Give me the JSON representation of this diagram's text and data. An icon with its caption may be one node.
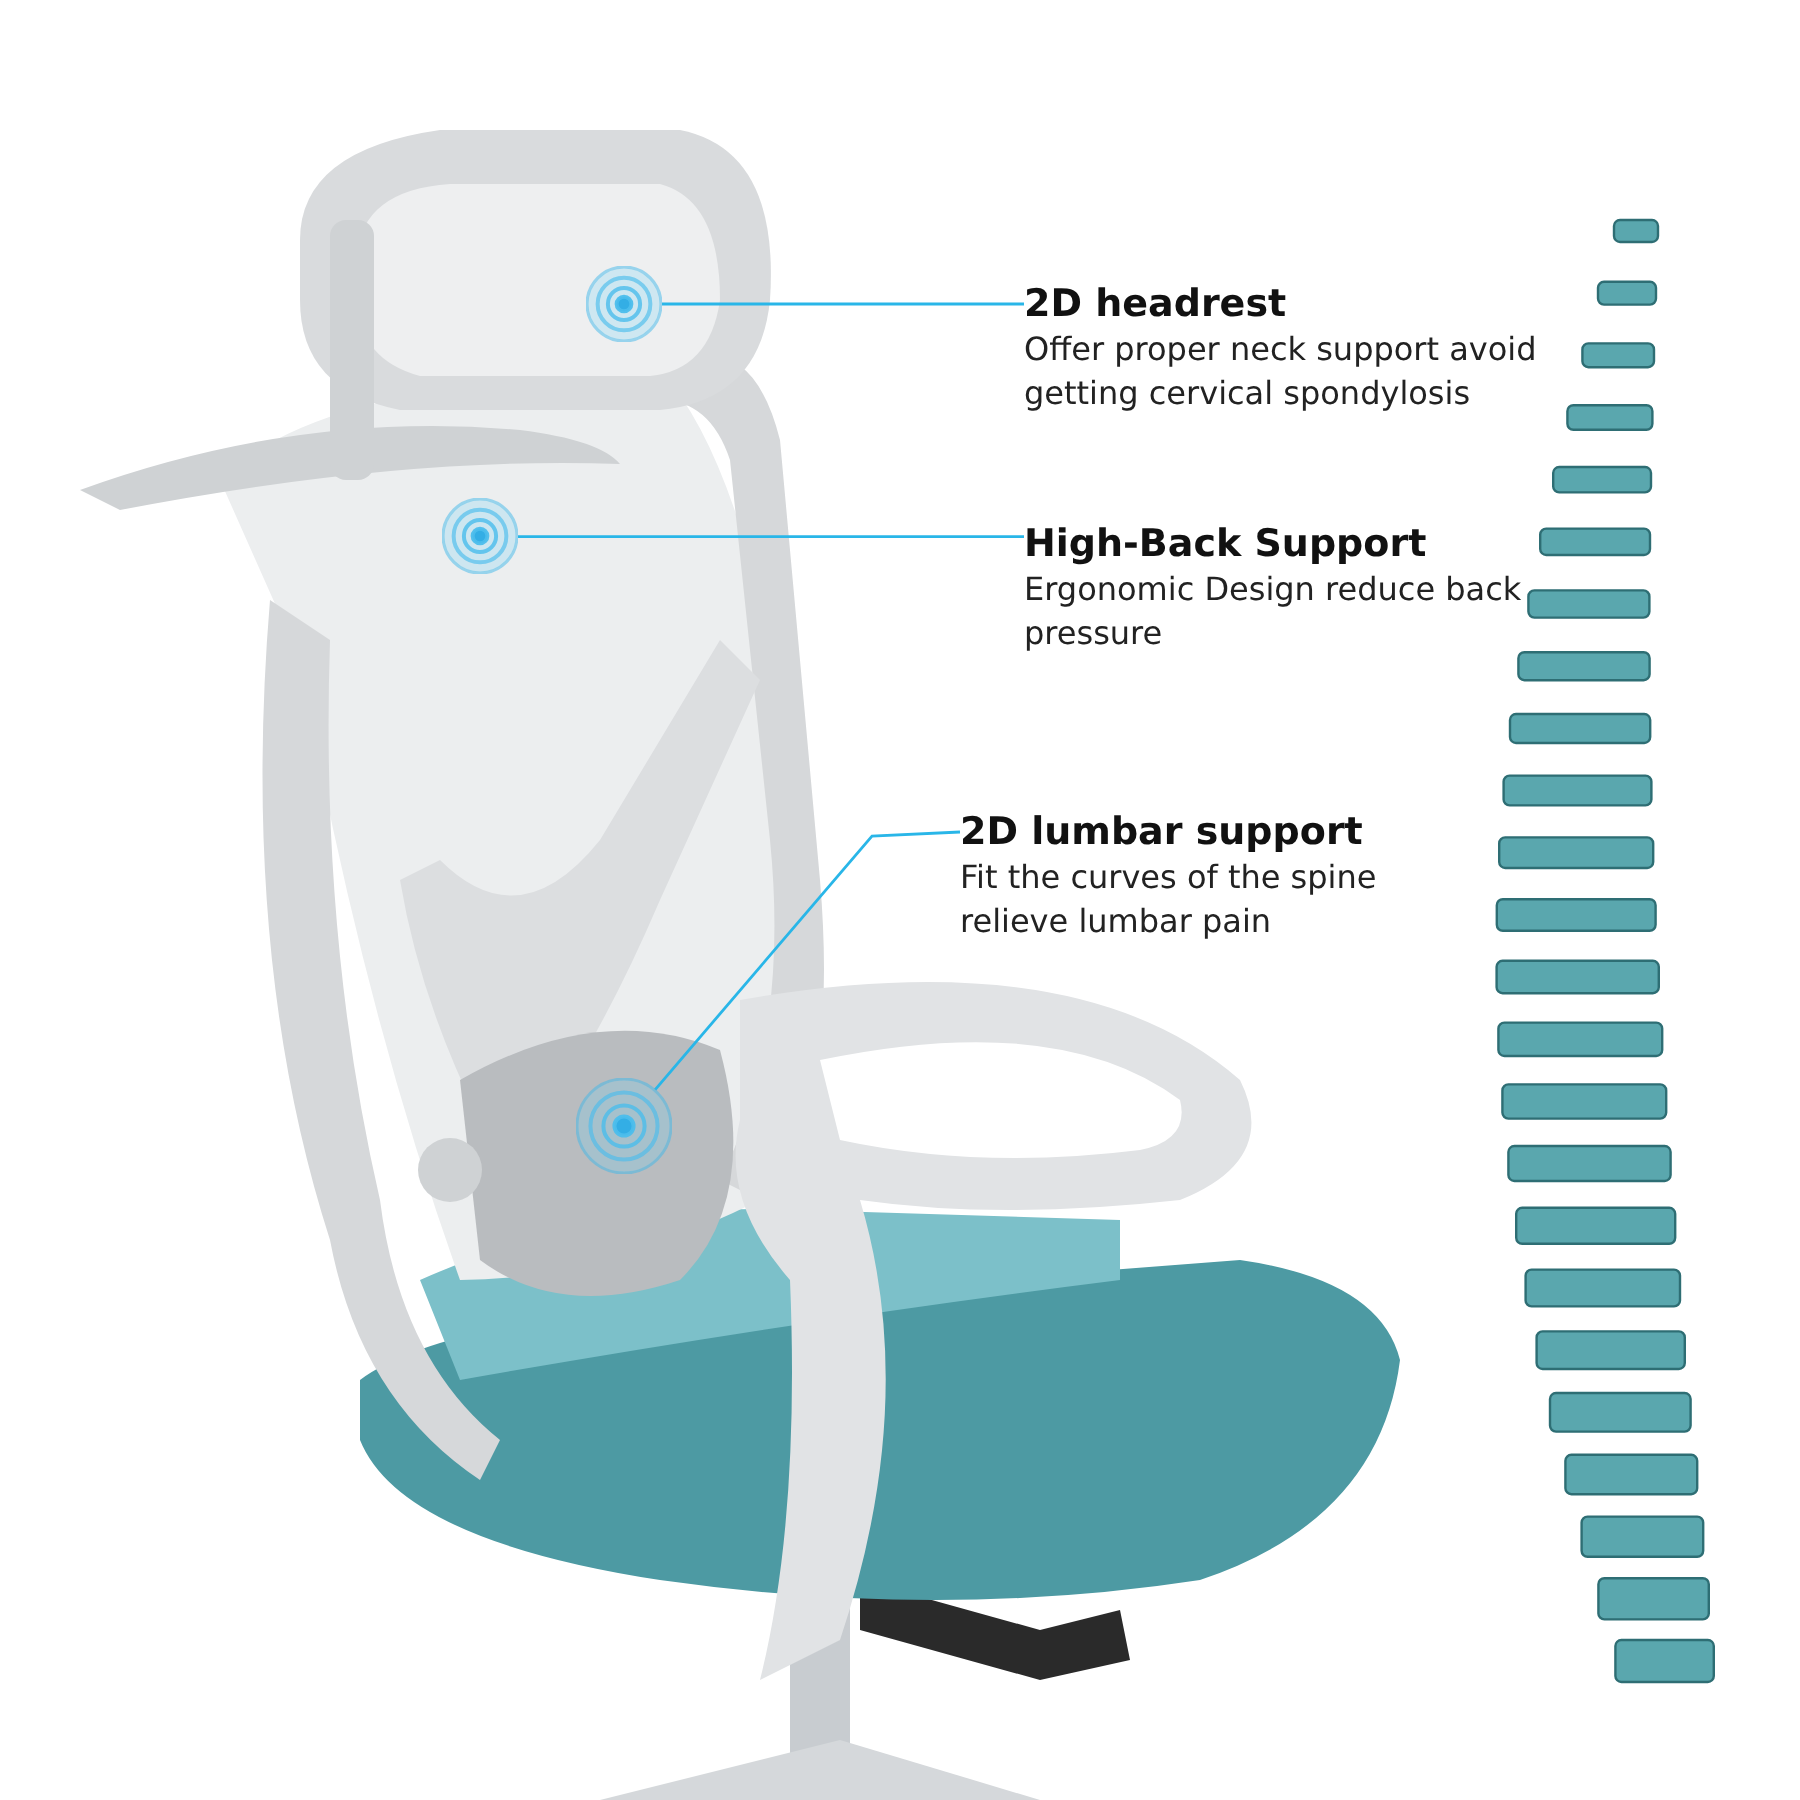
{
  "diagram": {
    "nodes": [
      {
        "text": [
          "2D headrest",
          "Offer proper neck support avoid getting cervical spondylosis"
        ]
      },
      {
        "text": [],
        "shape": "circle"
      },
      {
        "text": [
          "High-Back Support",
          "Ergonomic Design reduce back pressure"
        ]
      },
      {
        "text": [],
        "shape": "circle"
      },
      {
        "text": [
          "2D lumbar support",
          "Fit the curves of the spine relieve lumbar pain"
        ]
      },
      {
        "text": [],
        "shape": "circle"
      }
    ],
    "edges": [
      {
        "from": 0,
        "to": 1,
        "arrow": "none",
        "color": "#29b6e8"
      },
      {
        "from": 2,
        "to": 3,
        "arrow": "none",
        "color": "#29b6e8"
      },
      {
        "from": 4,
        "to": 5,
        "arrow": "none",
        "color": "#29b6e8"
      }
    ]
  }
}
